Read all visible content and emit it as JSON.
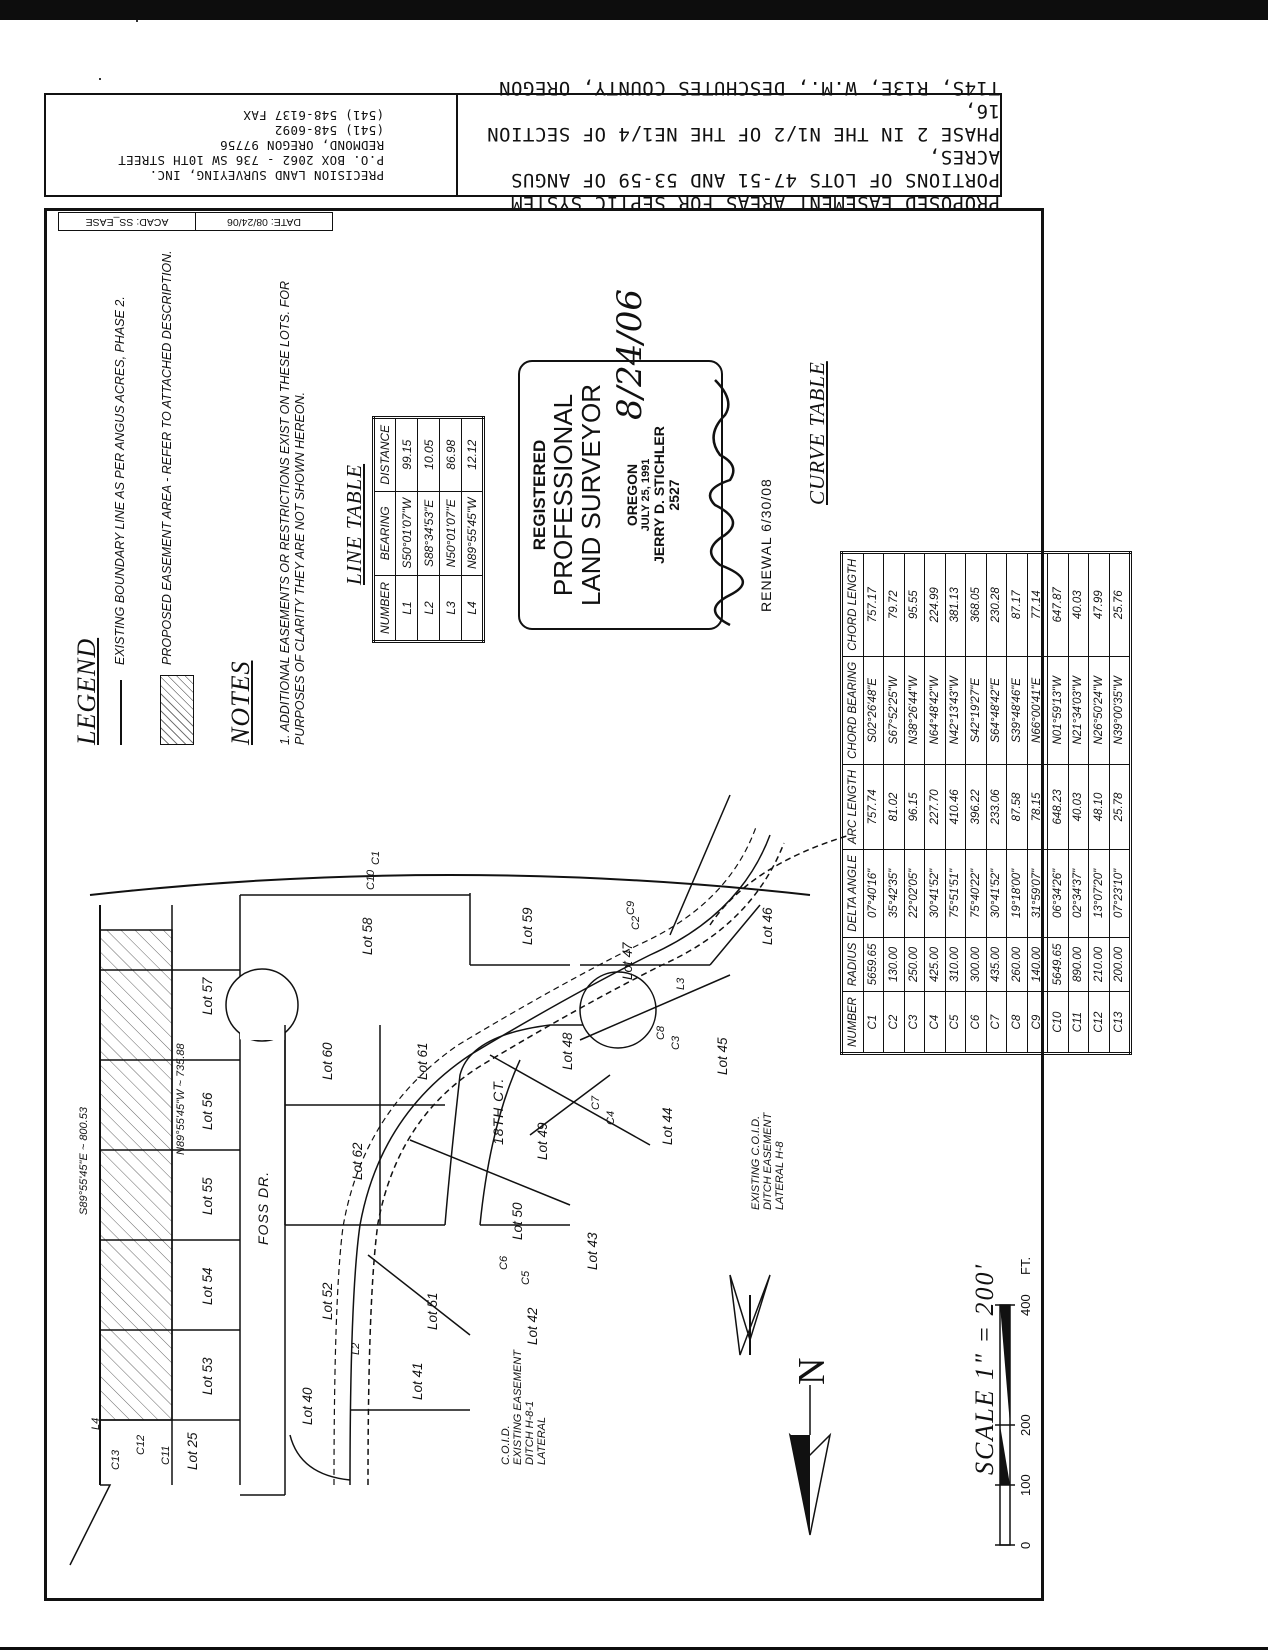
{
  "title_block": {
    "company_lines": [
      "PRECISION LAND SURVEYING, INC.",
      "P.O. BOX 2062 - 736 SW 10TH STREET",
      "REDMOND, OREGON 97756",
      "(541) 548-6092",
      "(541) 548-6137 FAX"
    ],
    "title_lines": [
      "PROPOSED EASEMENT AREAS FOR SEPTIC SYSTEM",
      "PORTIONS OF LOTS 47-51 AND 53-59 OF ANGUS ACRES,",
      "PHASE 2 IN THE N1/2 OF THE NE1/4 OF SECTION 16,",
      "T14S, R13E, W.M., DESCHUTES COUNTY, OREGON"
    ],
    "date": "DATE: 08/24/06",
    "acad": "ACAD: SS_EASE"
  },
  "legend": {
    "title": "LEGEND",
    "boundary_text": "EXISTING BOUNDARY LINE AS PER ANGUS ACRES, PHASE 2.",
    "easement_text": "PROPOSED EASEMENT AREA - REFER TO ATTACHED DESCRIPTION."
  },
  "notes": {
    "title": "NOTES",
    "text": "1. ADDITIONAL EASEMENTS OR RESTRICTIONS EXIST ON THESE LOTS. FOR PURPOSES OF CLARITY THEY ARE NOT SHOWN HEREON."
  },
  "line_table": {
    "title": "LINE TABLE",
    "headers": [
      "NUMBER",
      "BEARING",
      "DISTANCE"
    ],
    "rows": [
      [
        "L1",
        "S50°01'07\"W",
        "99.15"
      ],
      [
        "L2",
        "S88°34'53\"E",
        "10.05"
      ],
      [
        "L3",
        "N50°01'07\"E",
        "86.98"
      ],
      [
        "L4",
        "N89°55'45\"W",
        "12.12"
      ]
    ]
  },
  "stamp": {
    "line1": "REGISTERED",
    "line2": "PROFESSIONAL",
    "line3": "LAND SURVEYOR",
    "state": "OREGON",
    "date": "JULY 25, 1991",
    "name": "JERRY D. STICHLER",
    "number": "2527",
    "renewal": "RENEWAL 6/30/08",
    "signed_date": "8/24/06"
  },
  "curve_table": {
    "title": "CURVE TABLE",
    "headers": [
      "NUMBER",
      "RADIUS",
      "DELTA ANGLE",
      "ARC LENGTH",
      "CHORD BEARING",
      "CHORD LENGTH"
    ],
    "rows": [
      [
        "C1",
        "5659.65",
        "07°40'16\"",
        "757.74",
        "S02°26'48\"E",
        "757.17"
      ],
      [
        "C2",
        "130.00",
        "35°42'35\"",
        "81.02",
        "S67°52'25\"W",
        "79.72"
      ],
      [
        "C3",
        "250.00",
        "22°02'05\"",
        "96.15",
        "N38°26'44\"W",
        "95.55"
      ],
      [
        "C4",
        "425.00",
        "30°41'52\"",
        "227.70",
        "N64°48'42\"W",
        "224.99"
      ],
      [
        "C5",
        "310.00",
        "75°51'51\"",
        "410.46",
        "N42°13'43\"W",
        "381.13"
      ],
      [
        "C6",
        "300.00",
        "75°40'22\"",
        "396.22",
        "S42°19'27\"E",
        "368.05"
      ],
      [
        "C7",
        "435.00",
        "30°41'52\"",
        "233.06",
        "S64°48'42\"E",
        "230.28"
      ],
      [
        "C8",
        "260.00",
        "19°18'00\"",
        "87.58",
        "S39°48'46\"E",
        "87.17"
      ],
      [
        "C9",
        "140.00",
        "31°59'07\"",
        "78.15",
        "N66°00'41\"E",
        "77.14"
      ],
      [
        "C10",
        "5649.65",
        "06°34'26\"",
        "648.23",
        "N01°59'13\"W",
        "647.87"
      ],
      [
        "C11",
        "890.00",
        "02°34'37\"",
        "40.03",
        "N21°34'03\"W",
        "40.03"
      ],
      [
        "C12",
        "210.00",
        "13°07'20\"",
        "48.10",
        "N26°50'24\"W",
        "47.99"
      ],
      [
        "C13",
        "200.00",
        "07°23'10\"",
        "25.78",
        "N39°00'35\"W",
        "25.76"
      ]
    ]
  },
  "map": {
    "lots": [
      "Lot 25",
      "Lot 40",
      "Lot 41",
      "Lot 42",
      "Lot 43",
      "Lot 44",
      "Lot 45",
      "Lot 46",
      "Lot 47",
      "Lot 48",
      "Lot 49",
      "Lot 50",
      "Lot 51",
      "Lot 52",
      "Lot 53",
      "Lot 54",
      "Lot 55",
      "Lot 56",
      "Lot 57",
      "Lot 58",
      "Lot 59",
      "Lot 60",
      "Lot 61",
      "Lot 62"
    ],
    "streets": [
      "FOSS DR.",
      "18TH CT."
    ],
    "bearing_top": "S89°55'45\"E ~ 800.53",
    "bearing_inner": "N89°55'45\"W ~ 735.88",
    "ditch1": [
      "EXISTING C.O.I.D.",
      "DITCH EASEMENT",
      "LATERAL H-8"
    ],
    "ditch2": [
      "C.O.I.D.",
      "EXISTING EASEMENT",
      "DITCH H-8-1",
      "LATERAL"
    ],
    "curve_labels": [
      "C1",
      "C2",
      "C3",
      "C4",
      "C5",
      "C6",
      "C7",
      "C8",
      "C9",
      "C10",
      "C11",
      "C12",
      "C13"
    ],
    "line_labels": [
      "L2",
      "L3",
      "L4"
    ],
    "north": "N"
  },
  "scale": {
    "label": "SCALE 1\" = 200'",
    "ticks": [
      "0",
      "100",
      "200",
      "400"
    ],
    "unit": "FT."
  }
}
